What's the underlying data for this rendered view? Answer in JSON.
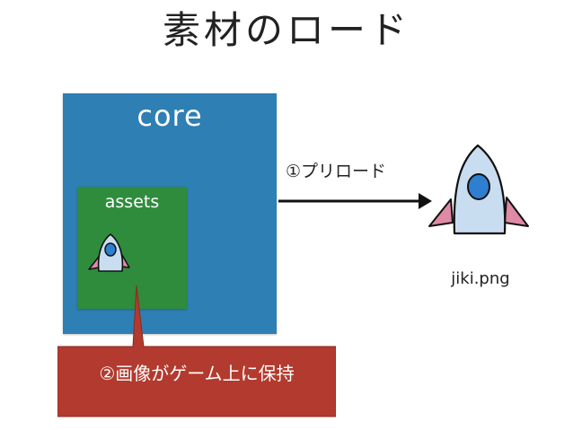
{
  "title": "素材のロード",
  "core": {
    "label": "core"
  },
  "assets": {
    "label": "assets"
  },
  "arrow": {
    "label": "①プリロード"
  },
  "file": {
    "name": "jiki.png"
  },
  "callout": {
    "text": "②画像がゲーム上に保持"
  },
  "colors": {
    "core_fill": "#2e7fb4",
    "assets_fill": "#2f8c3c",
    "callout_fill": "#b23a2e",
    "rocket_body": "#c9ddf0",
    "rocket_window": "#2f7fd0",
    "rocket_fin": "#e08aa6"
  },
  "icons": {
    "small_rocket": "rocket-icon",
    "big_rocket": "rocket-icon"
  }
}
